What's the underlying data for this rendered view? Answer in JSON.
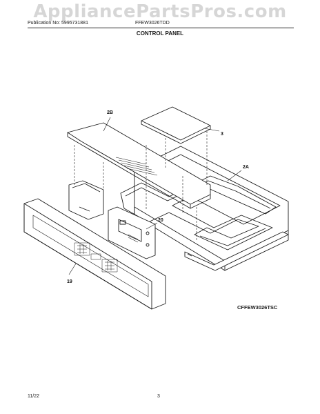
{
  "watermark": "AppliancePartsPros.com",
  "header": {
    "publication": "Publication No: 5995731881",
    "model": "FFEW3026TDD",
    "section_title": "CONTROL PANEL"
  },
  "callouts": {
    "c2b": "2B",
    "c3": "3",
    "c2a": "2A",
    "c20": "20",
    "c19": "19"
  },
  "diagram_code": "CFFEW3026TSC",
  "footer": {
    "date": "11/22",
    "page": "3"
  }
}
